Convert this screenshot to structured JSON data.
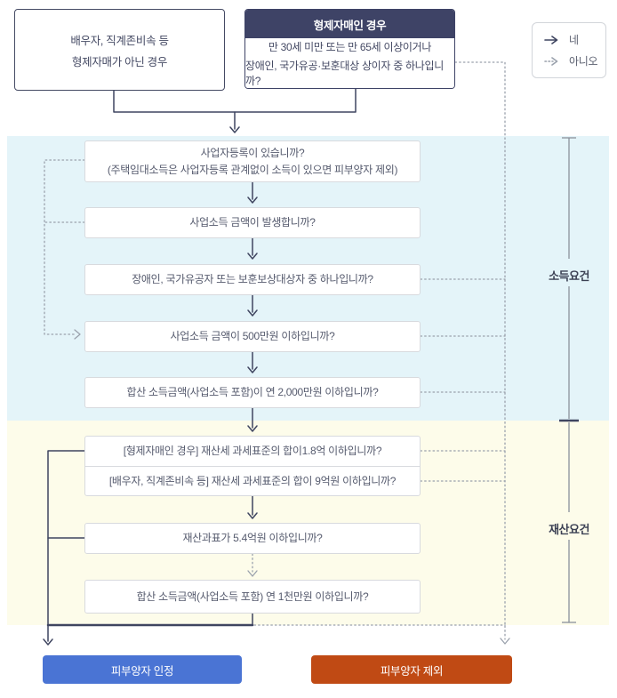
{
  "top": {
    "left_box": {
      "line1": "배우자, 직계존비속 등",
      "line2": "형제자매가 아닌 경우"
    },
    "sibling_box": {
      "header": "형제자매인 경우",
      "line1": "만 30세 미만 또는 만 65세 이상이거나",
      "line2": "장애인, 국가유공·보훈대상 상이자 중 하나입니까?"
    }
  },
  "legend": {
    "yes": "네",
    "no": "아니오"
  },
  "income": {
    "label": "소득요건",
    "q1_line1": "사업자등록이 있습니까?",
    "q1_line2": "(주택임대소득은 사업자등록 관계없이 소득이 있으면 피부양자 제외)",
    "q2": "사업소득 금액이 발생합니까?",
    "q3": "장애인, 국가유공자 또는 보훈보상대상자 중 하나입니까?",
    "q4": "사업소득 금액이 500만원 이하입니까?",
    "q5": "합산 소득금액(사업소득 포함)이 연 2,000만원 이하입니까?"
  },
  "property": {
    "label": "재산요건",
    "q6_row1": "[형제자매인 경우] 재산세 과세표준의 합이1.8억 이하입니까?",
    "q6_row2": "[배우자, 직계존비속 등] 재산세 과세표준의 합이 9억원 이하입니까?",
    "q7": "재산과표가 5.4억원 이하입니까?",
    "q8": "합산 소득금액(사업소득 포함) 연 1천만원 이하입니까?"
  },
  "results": {
    "approved": "피부양자 인정",
    "excluded": "피부양자 제외"
  },
  "colors": {
    "solid_line": "#3f4560",
    "dotted_line": "#9aa1ac",
    "bracket": "#8b919c",
    "income_band_bg": "#e4f4f9",
    "property_band_bg": "#fdfcea",
    "sibling_header_bg": "#3e4366",
    "approve_button_bg": "#4a74d4",
    "exclude_button_bg": "#c04a14"
  }
}
